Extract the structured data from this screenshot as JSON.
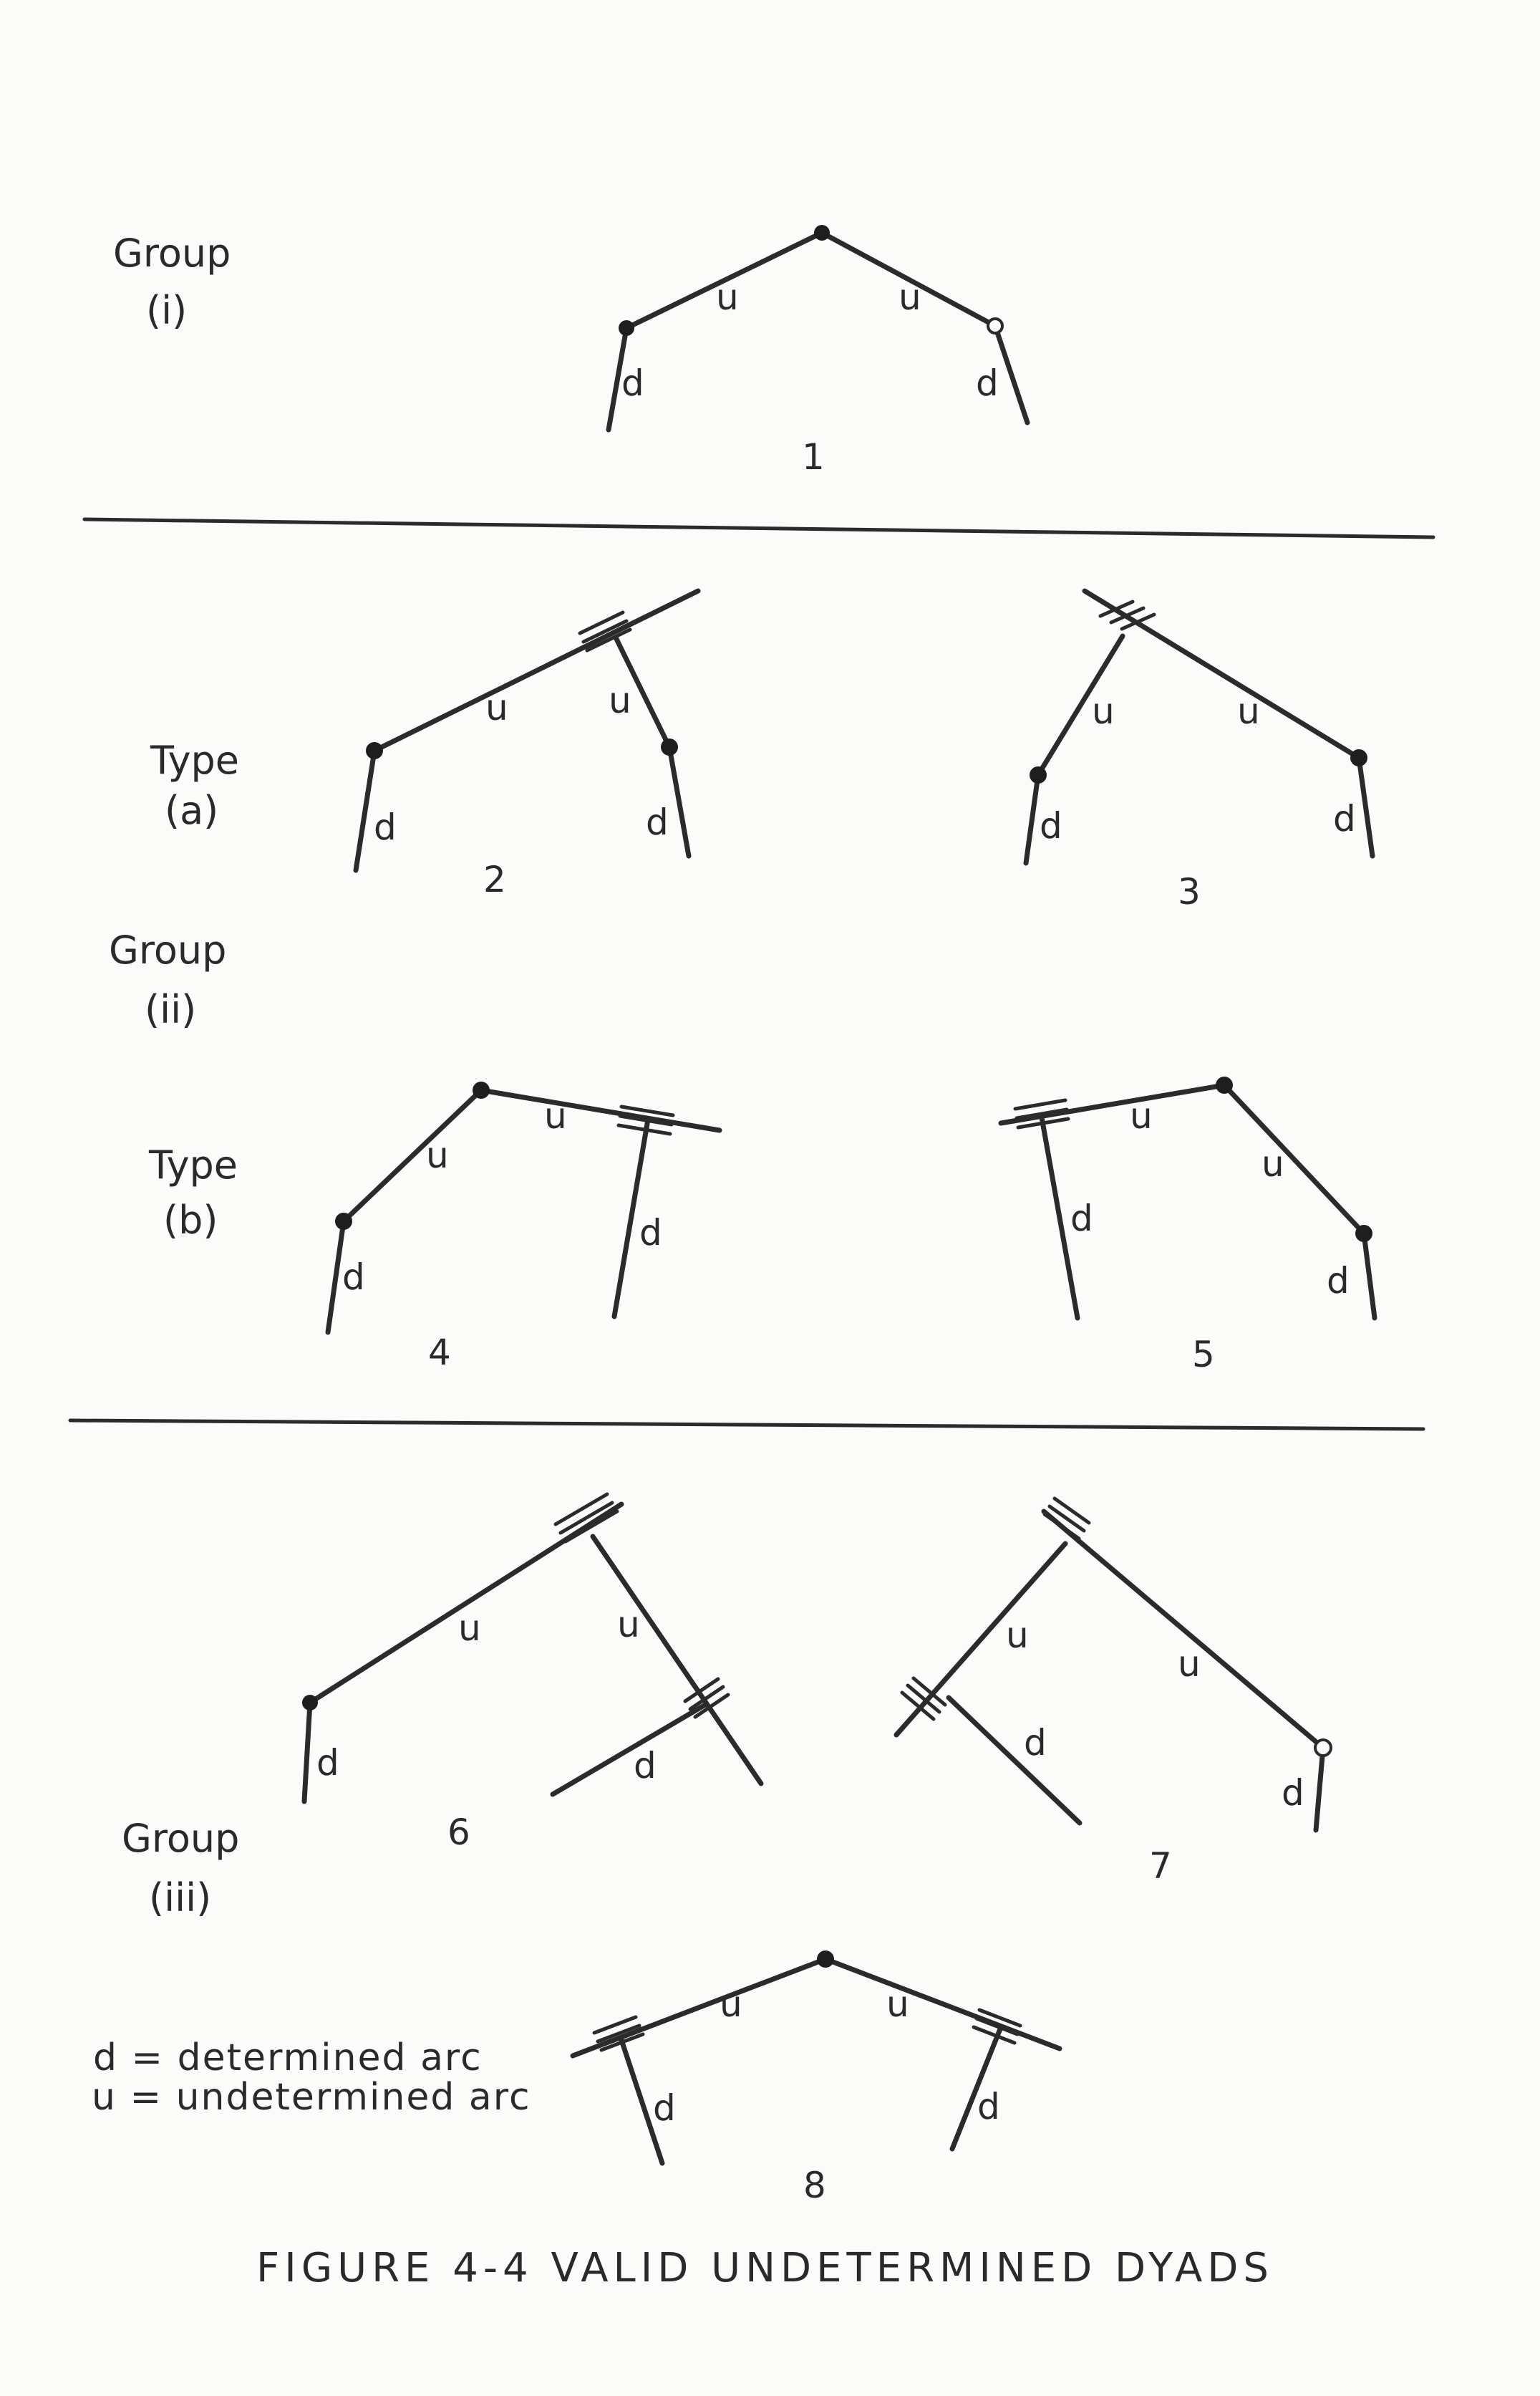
{
  "groups": [
    {
      "label": "Group",
      "roman": "(i)"
    },
    {
      "label": "Group",
      "roman": "(ii)"
    },
    {
      "label": "Group",
      "roman": "(iii)"
    }
  ],
  "types": [
    {
      "label": "Type",
      "letter": "(a)"
    },
    {
      "label": "Type",
      "letter": "(b)"
    }
  ],
  "arc_labels": {
    "determined": "d",
    "undetermined": "u"
  },
  "figure_numbers": [
    "1",
    "2",
    "3",
    "4",
    "5",
    "6",
    "7",
    "8"
  ],
  "legend": {
    "determined": "d = determined arc",
    "undetermined": "u = undetermined arc"
  },
  "caption": "FIGURE 4-4 VALID UNDETERMINED DYADS"
}
